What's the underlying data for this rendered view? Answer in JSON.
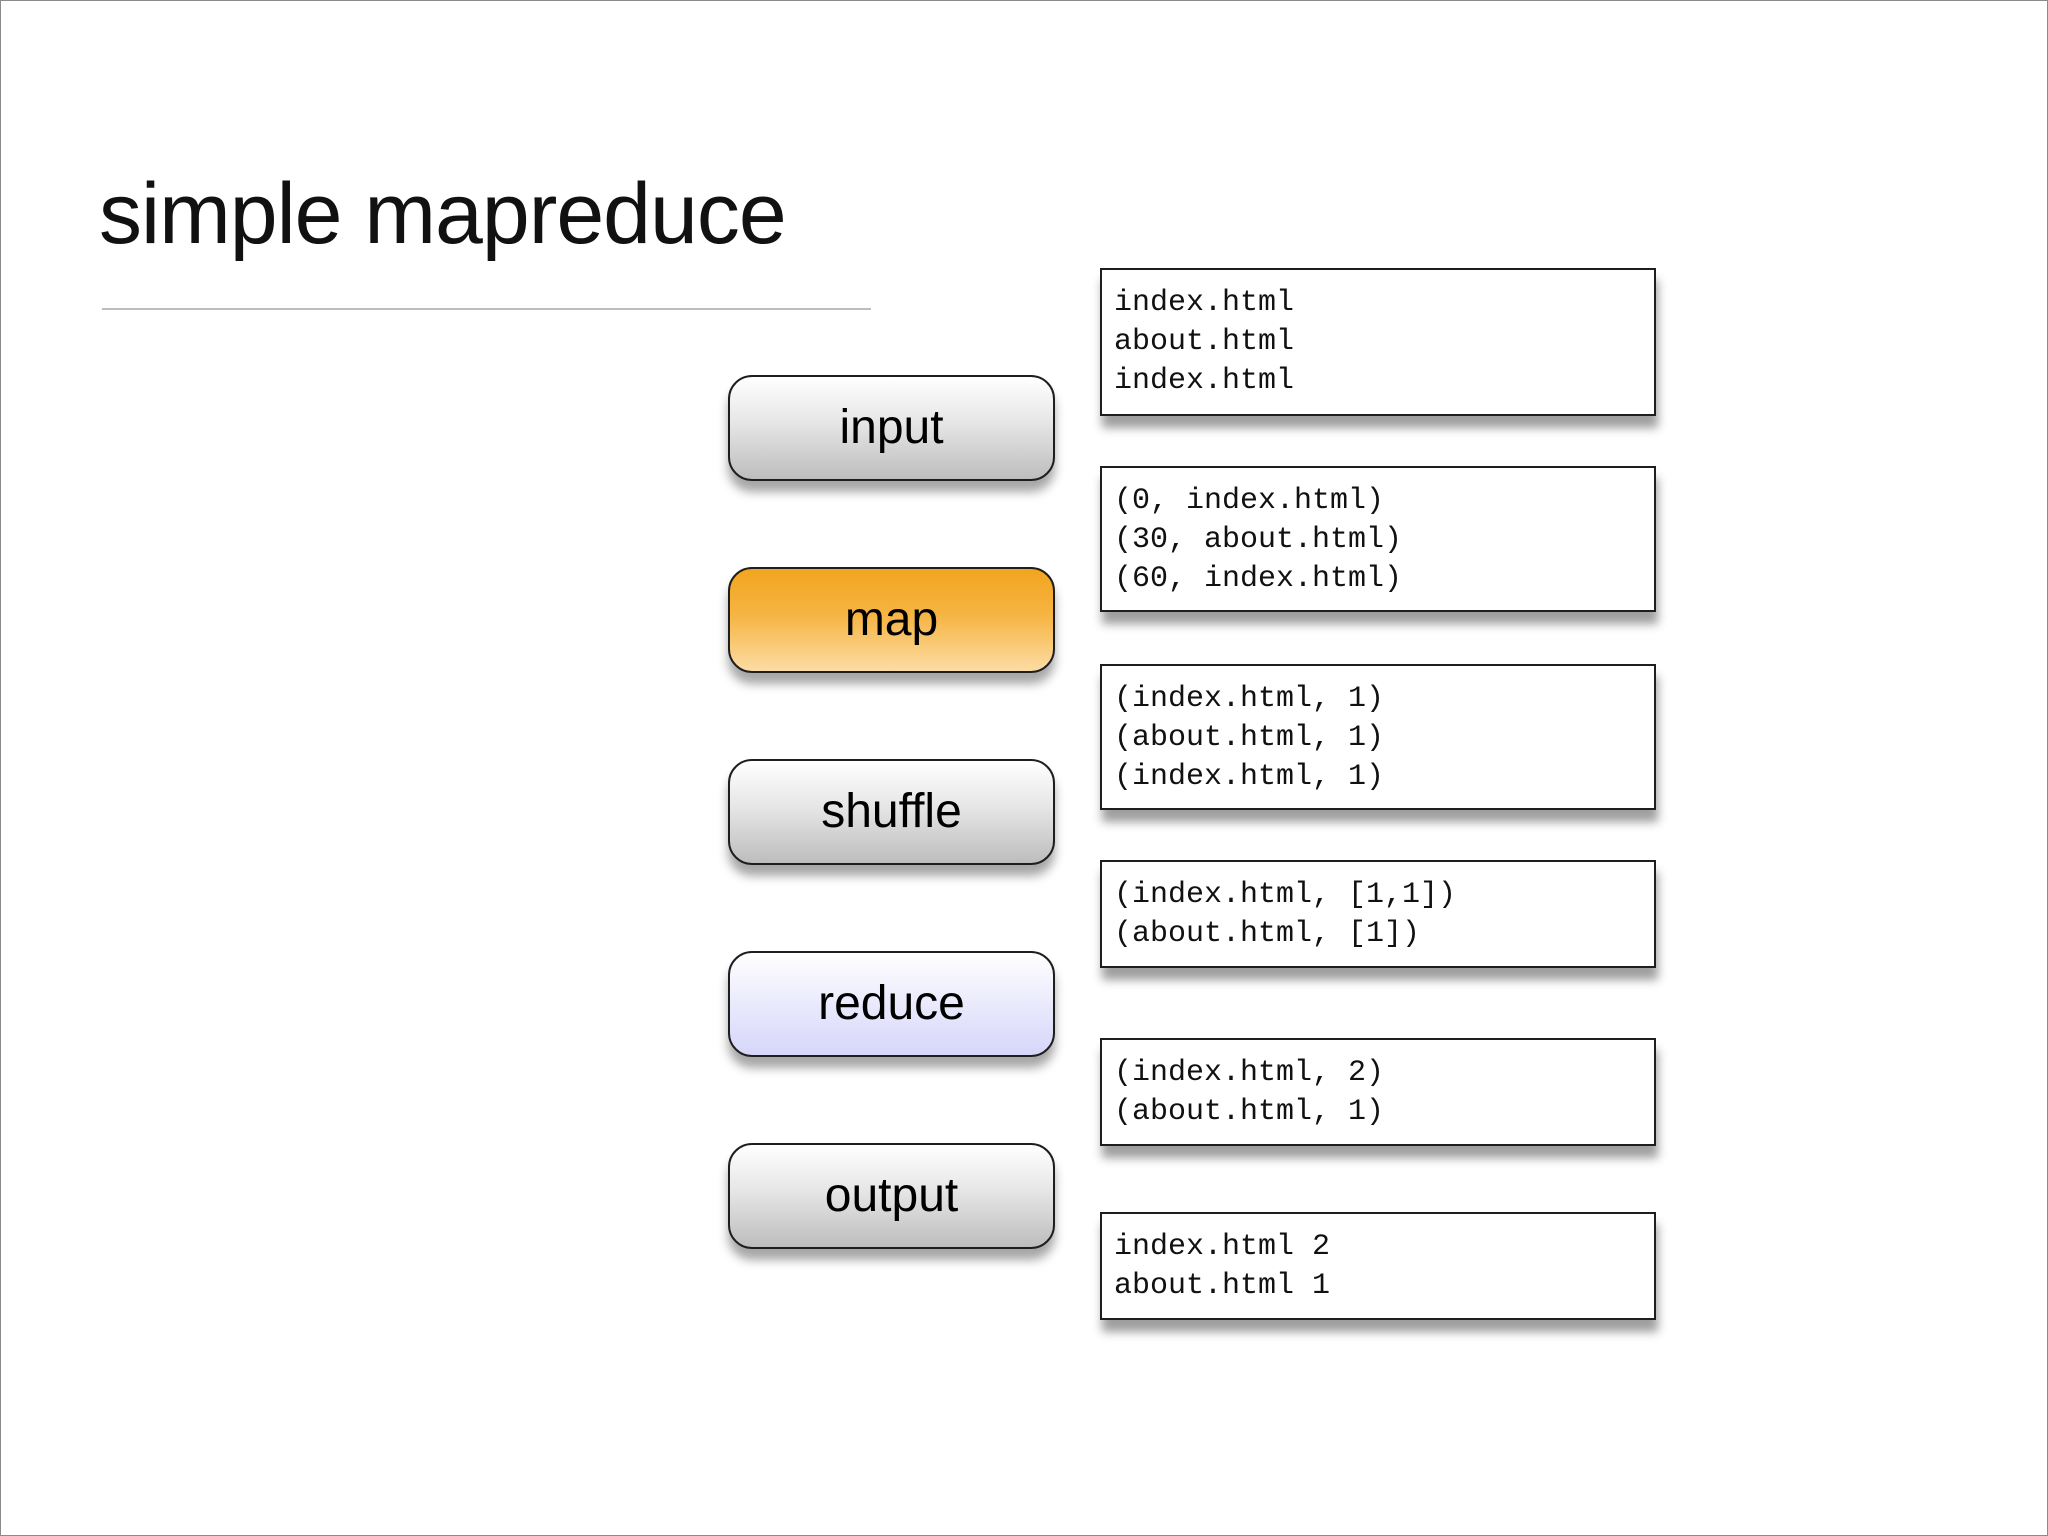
{
  "slide": {
    "title": "simple mapreduce"
  },
  "stages": [
    {
      "label": "input",
      "style": "gray"
    },
    {
      "label": "map",
      "style": "orange"
    },
    {
      "label": "shuffle",
      "style": "gray"
    },
    {
      "label": "reduce",
      "style": "lavender"
    },
    {
      "label": "output",
      "style": "gray"
    }
  ],
  "data_boxes": [
    {
      "lines": [
        "index.html",
        "about.html",
        "index.html"
      ]
    },
    {
      "lines": [
        "(0, index.html)",
        "(30, about.html)",
        "(60, index.html)"
      ]
    },
    {
      "lines": [
        "(index.html, 1)",
        "(about.html, 1)",
        "(index.html, 1)"
      ]
    },
    {
      "lines": [
        "(index.html, [1,1])",
        "(about.html, [1])"
      ]
    },
    {
      "lines": [
        "(index.html, 2)",
        "(about.html, 1)"
      ]
    },
    {
      "lines": [
        "index.html 2",
        "about.html 1"
      ]
    }
  ],
  "colors": {
    "map_orange": "#f4ac2e",
    "reduce_lavender": "#e2e2fb",
    "stage_gray": "#d9d9d9"
  }
}
